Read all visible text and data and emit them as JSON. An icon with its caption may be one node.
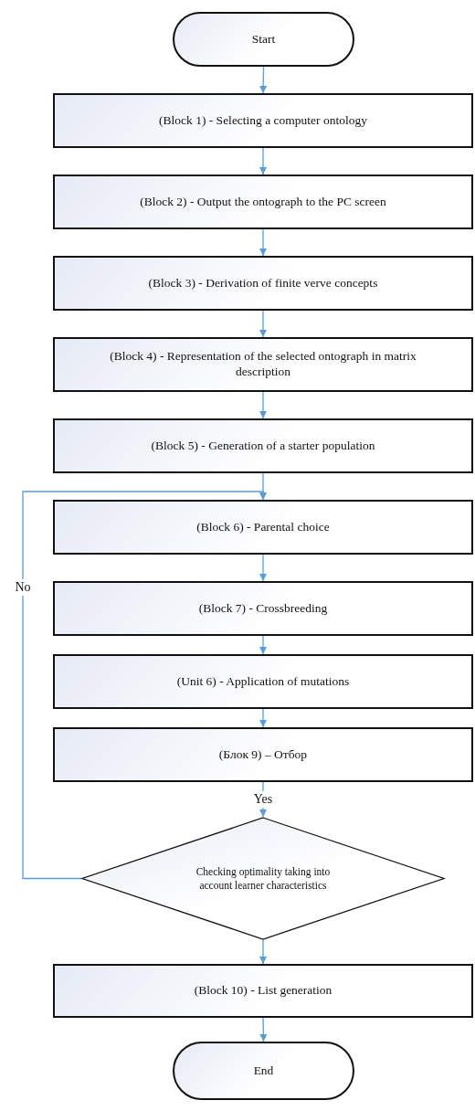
{
  "diagram": {
    "nodes": [
      {
        "text": [
          "Start"
        ]
      },
      {
        "text": [
          "(Block 1) - Selecting a computer ontology"
        ]
      },
      {
        "text": [
          "(Block 2) - Output the ontograph to the PC screen"
        ]
      },
      {
        "text": [
          "(Block 3) - Derivation of finite verve concepts"
        ]
      },
      {
        "text": [
          "(Block 4) - Representation of the selected ontograph in matrix description"
        ]
      },
      {
        "text": [
          "(Block 5) - Generation of a starter population"
        ]
      },
      {
        "text": [
          "(Block 6) - Parental choice"
        ]
      },
      {
        "text": [
          "(Block 7) - Crossbreeding"
        ]
      },
      {
        "text": [
          "(Unit 6) - Application of mutations"
        ]
      },
      {
        "text": [
          "(Блок 9) – Отбор"
        ]
      },
      {
        "text": [
          "Checking optimality taking into account learner characteristics"
        ]
      },
      {
        "text": [
          "(Block 10) - List generation"
        ]
      },
      {
        "text": [
          "End"
        ]
      }
    ],
    "edges": [
      {
        "from": 0,
        "to": 1,
        "arrow": "to"
      },
      {
        "from": 1,
        "to": 2,
        "arrow": "to"
      },
      {
        "from": 2,
        "to": 3,
        "arrow": "to"
      },
      {
        "from": 3,
        "to": 4,
        "arrow": "to"
      },
      {
        "from": 4,
        "to": 5,
        "arrow": "to"
      },
      {
        "from": 5,
        "to": 6,
        "arrow": "to"
      },
      {
        "from": 6,
        "to": 7,
        "arrow": "to"
      },
      {
        "from": 7,
        "to": 8,
        "arrow": "to"
      },
      {
        "from": 8,
        "to": 9,
        "arrow": "to"
      },
      {
        "from": 9,
        "to": 10,
        "arrow": "to",
        "label": "Yes"
      },
      {
        "from": 10,
        "to": 6,
        "arrow": "to",
        "label": "No"
      },
      {
        "from": 10,
        "to": 11,
        "arrow": "to"
      },
      {
        "from": 11,
        "to": 12,
        "arrow": "to"
      }
    ]
  }
}
